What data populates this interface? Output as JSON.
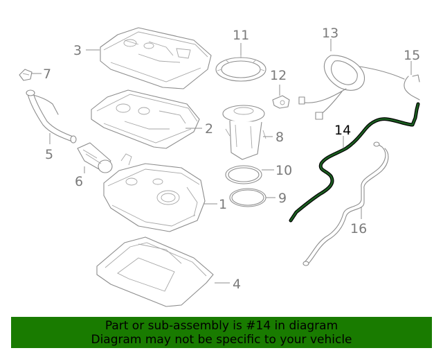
{
  "callouts": {
    "c1": "1",
    "c2": "2",
    "c3": "3",
    "c4": "4",
    "c5": "5",
    "c6": "6",
    "c7": "7",
    "c8": "8",
    "c9": "9",
    "c10": "10",
    "c11": "11",
    "c12": "12",
    "c13": "13",
    "c14": "14",
    "c15": "15",
    "c16": "16"
  },
  "highlight_part": "14",
  "colors": {
    "banner_bg": "#197b00",
    "highlight": "#1b5e20",
    "line_art": "#8c8c8c"
  },
  "banner": {
    "line1": "Part or sub-assembly is #14 in diagram",
    "line2": "Diagram may not be specific to your vehicle"
  }
}
